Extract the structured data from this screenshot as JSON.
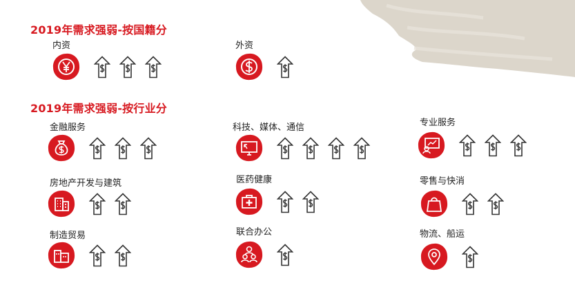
{
  "colors": {
    "accent": "#d71920",
    "brush": "#dcd6cb",
    "text": "#222222",
    "arrow": "#333333"
  },
  "sections": [
    {
      "heading": "2019年需求强弱-按国籍分"
    },
    {
      "heading": "2019年需求强弱-按行业分"
    }
  ],
  "nationality": [
    {
      "label": "内资",
      "icon": "yen-coin-icon",
      "arrows": 3
    },
    {
      "label": "外资",
      "icon": "dollar-coin-icon",
      "arrows": 1
    }
  ],
  "industries": [
    {
      "label": "金融服务",
      "icon": "money-bag-icon",
      "arrows": 3
    },
    {
      "label": "科技、媒体、通信",
      "icon": "monitor-icon",
      "arrows": 4
    },
    {
      "label": "专业服务",
      "icon": "presentation-icon",
      "arrows": 3
    },
    {
      "label": "房地产开发与建筑",
      "icon": "building-icon",
      "arrows": 2
    },
    {
      "label": "医药健康",
      "icon": "medical-kit-icon",
      "arrows": 2
    },
    {
      "label": "零售与快消",
      "icon": "shopping-bag-icon",
      "arrows": 2
    },
    {
      "label": "制造贸易",
      "icon": "factory-icon",
      "arrows": 2
    },
    {
      "label": "联合办公",
      "icon": "people-icon",
      "arrows": 1
    },
    {
      "label": "物流、船运",
      "icon": "location-pin-icon",
      "arrows": 1
    }
  ]
}
